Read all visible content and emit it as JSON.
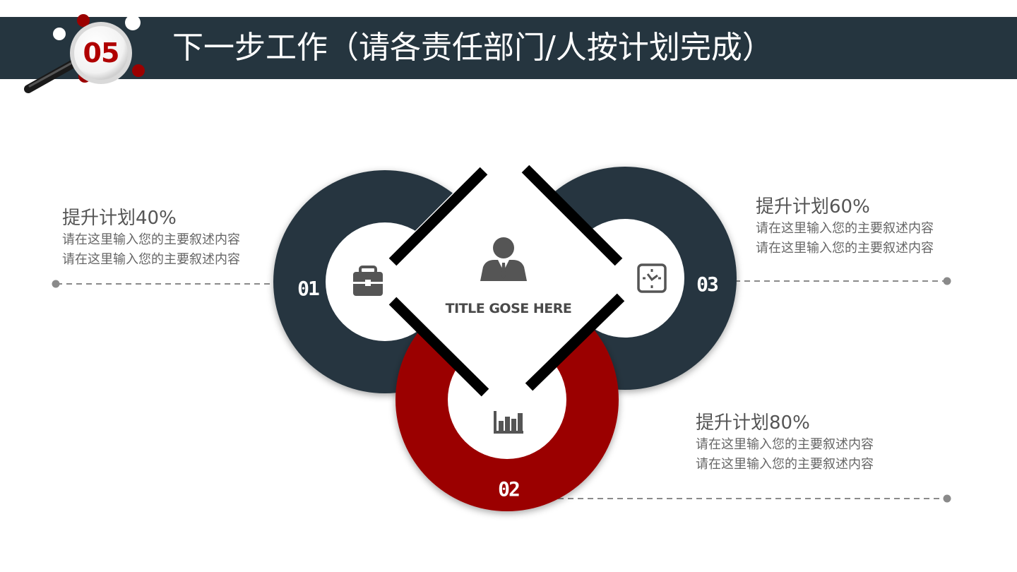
{
  "header": {
    "badge_number": "05",
    "title": "下一步工作（请各责任部门/人按计划完成）"
  },
  "diagram": {
    "center": {
      "title": "TITLE GOSE HERE",
      "icon": "person-icon"
    },
    "nodes": [
      {
        "number": "01",
        "icon": "briefcase-icon",
        "color": "#25353f"
      },
      {
        "number": "02",
        "icon": "bar-chart-icon",
        "color": "#9b0000"
      },
      {
        "number": "03",
        "icon": "clock-icon",
        "color": "#25353f"
      }
    ]
  },
  "items": [
    {
      "title": "提升计划40%",
      "lines": [
        "请在这里输入您的主要叙述内容",
        "请在这里输入您的主要叙述内容"
      ]
    },
    {
      "title": "提升计划60%",
      "lines": [
        "请在这里输入您的主要叙述内容",
        "请在这里输入您的主要叙述内容"
      ]
    },
    {
      "title": "提升计划80%",
      "lines": [
        "请在这里输入您的主要叙述内容",
        "请在这里输入您的主要叙述内容"
      ]
    }
  ],
  "colors": {
    "header": "#25353f",
    "accent": "#9b0000",
    "dark_ring": "#25353f"
  }
}
